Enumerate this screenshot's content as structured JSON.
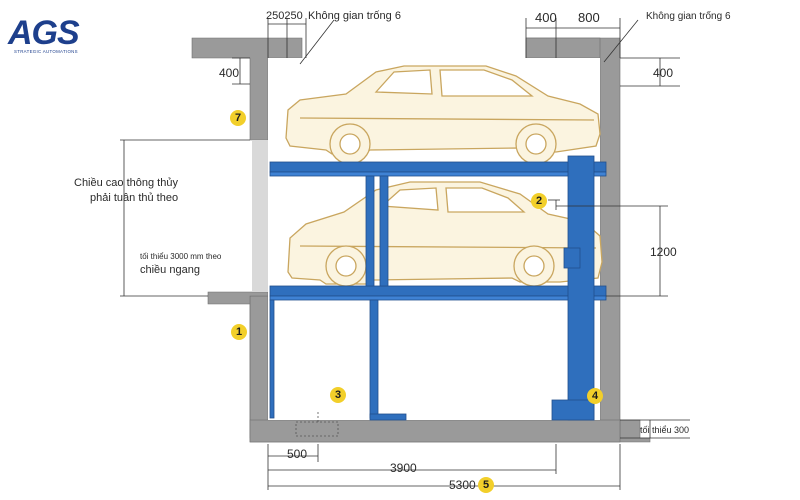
{
  "logo": {
    "text": "AGS",
    "tagline": "STRATEGIC AUTOMATIONS"
  },
  "annotations": {
    "clearance_top_left": "Không gian trống 6",
    "clearance_top_right": "Không gian trống 6",
    "dim_top_left_pair": "250250",
    "dim_top_400_left": "400",
    "dim_top_400_right": "400",
    "dim_top_800": "800",
    "dim_right_400": "400",
    "dim_right_1200": "1200",
    "dim_500": "500",
    "dim_3900": "3900",
    "dim_5300": "5300",
    "left_note_line1": "Chiều cao thông thủy",
    "left_note_line2": "phải tuân thủ theo",
    "min_note_line1": "tối thiểu 3000 mm theo",
    "min_note_line2": "chiều ngang",
    "min_pit": "tối thiểu 300"
  },
  "callouts": [
    "1",
    "2",
    "3",
    "4",
    "5",
    "7"
  ],
  "colors": {
    "concrete": "#9a9a9a",
    "lift_blue": "#2f6fbd",
    "car_outline": "#c9a65f",
    "car_fill": "#fbf4e0",
    "clearance": "#dadada",
    "badge": "#f2cf2a"
  }
}
